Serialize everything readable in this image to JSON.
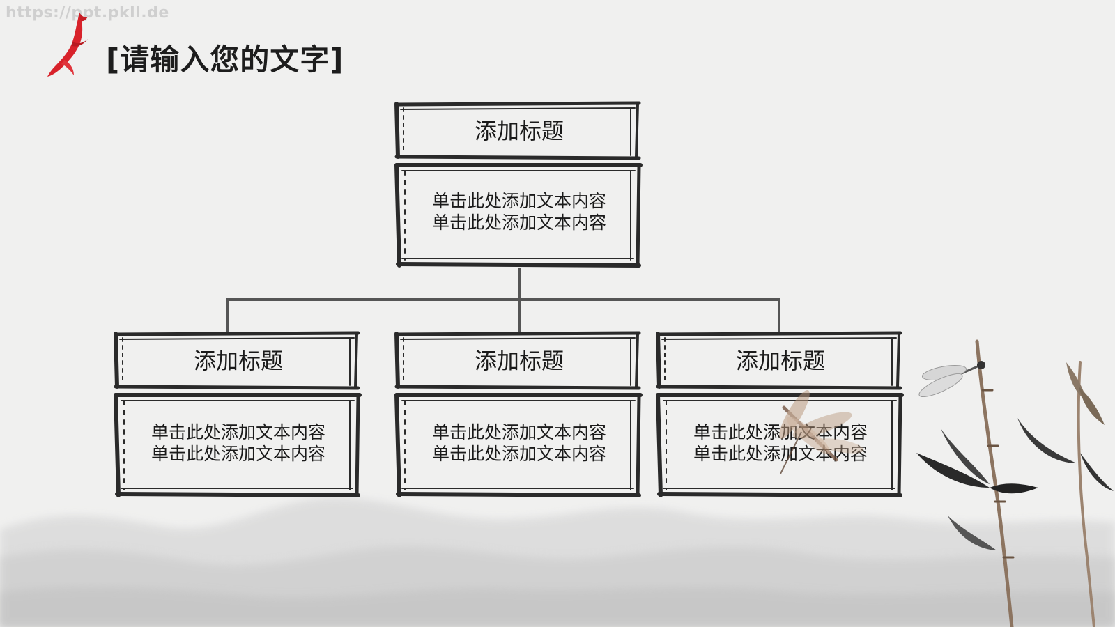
{
  "watermark": "https://ppt.pkll.de",
  "page_title": "[请输入您的文字]",
  "colors": {
    "background": "#f0f0ef",
    "ink": "#2a2a2a",
    "connector": "#555555",
    "koi_red": "#d8222a"
  },
  "root": {
    "title": "添加标题",
    "lines": [
      "单击此处添加文本内容",
      "单击此处添加文本内容"
    ]
  },
  "children": [
    {
      "title": "添加标题",
      "lines": [
        "单击此处添加文本内容",
        "单击此处添加文本内容"
      ]
    },
    {
      "title": "添加标题",
      "lines": [
        "单击此处添加文本内容",
        "单击此处添加文本内容"
      ]
    },
    {
      "title": "添加标题",
      "lines": [
        "单击此处添加文本内容",
        "单击此处添加文本内容"
      ]
    }
  ],
  "icons": [
    "koi-fish-icon",
    "dragonfly-icon",
    "bamboo-icon",
    "ink-mountains-icon"
  ]
}
